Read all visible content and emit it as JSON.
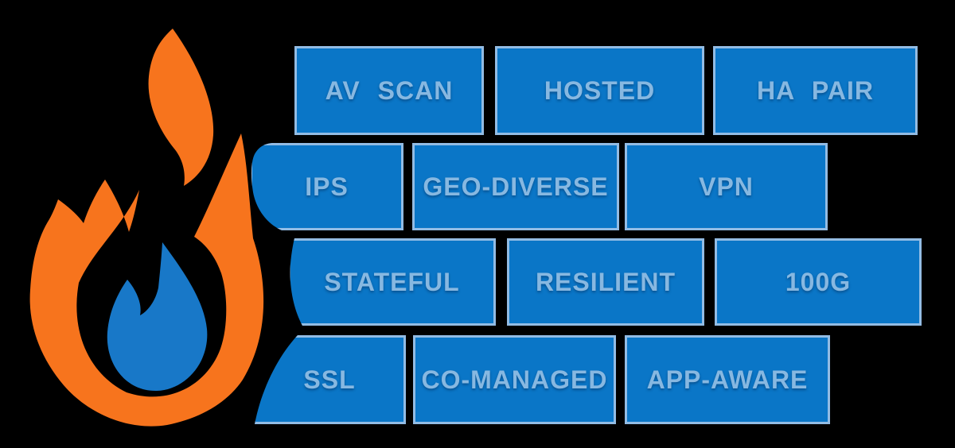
{
  "colors": {
    "background": "#000000",
    "brick_fill": "#0A76C7",
    "brick_border": "#93BCE4",
    "brick_label": "#87B8E1",
    "flame_orange": "#F7741D",
    "flame_drop_blue": "#1878C8"
  },
  "logo": {
    "name": "flame-logo"
  },
  "wall": {
    "rows": [
      {
        "bricks": [
          {
            "label": "AV SCAN"
          },
          {
            "label": "HOSTED"
          },
          {
            "label": "HA PAIR"
          }
        ]
      },
      {
        "bricks": [
          {
            "label": "IPS"
          },
          {
            "label": "GEO-DIVERSE"
          },
          {
            "label": "VPN"
          }
        ]
      },
      {
        "bricks": [
          {
            "label": "STATEFUL"
          },
          {
            "label": "RESILIENT"
          },
          {
            "label": "100G"
          }
        ]
      },
      {
        "bricks": [
          {
            "label": "SSL"
          },
          {
            "label": "CO-MANAGED"
          },
          {
            "label": "APP-AWARE"
          }
        ]
      }
    ]
  }
}
